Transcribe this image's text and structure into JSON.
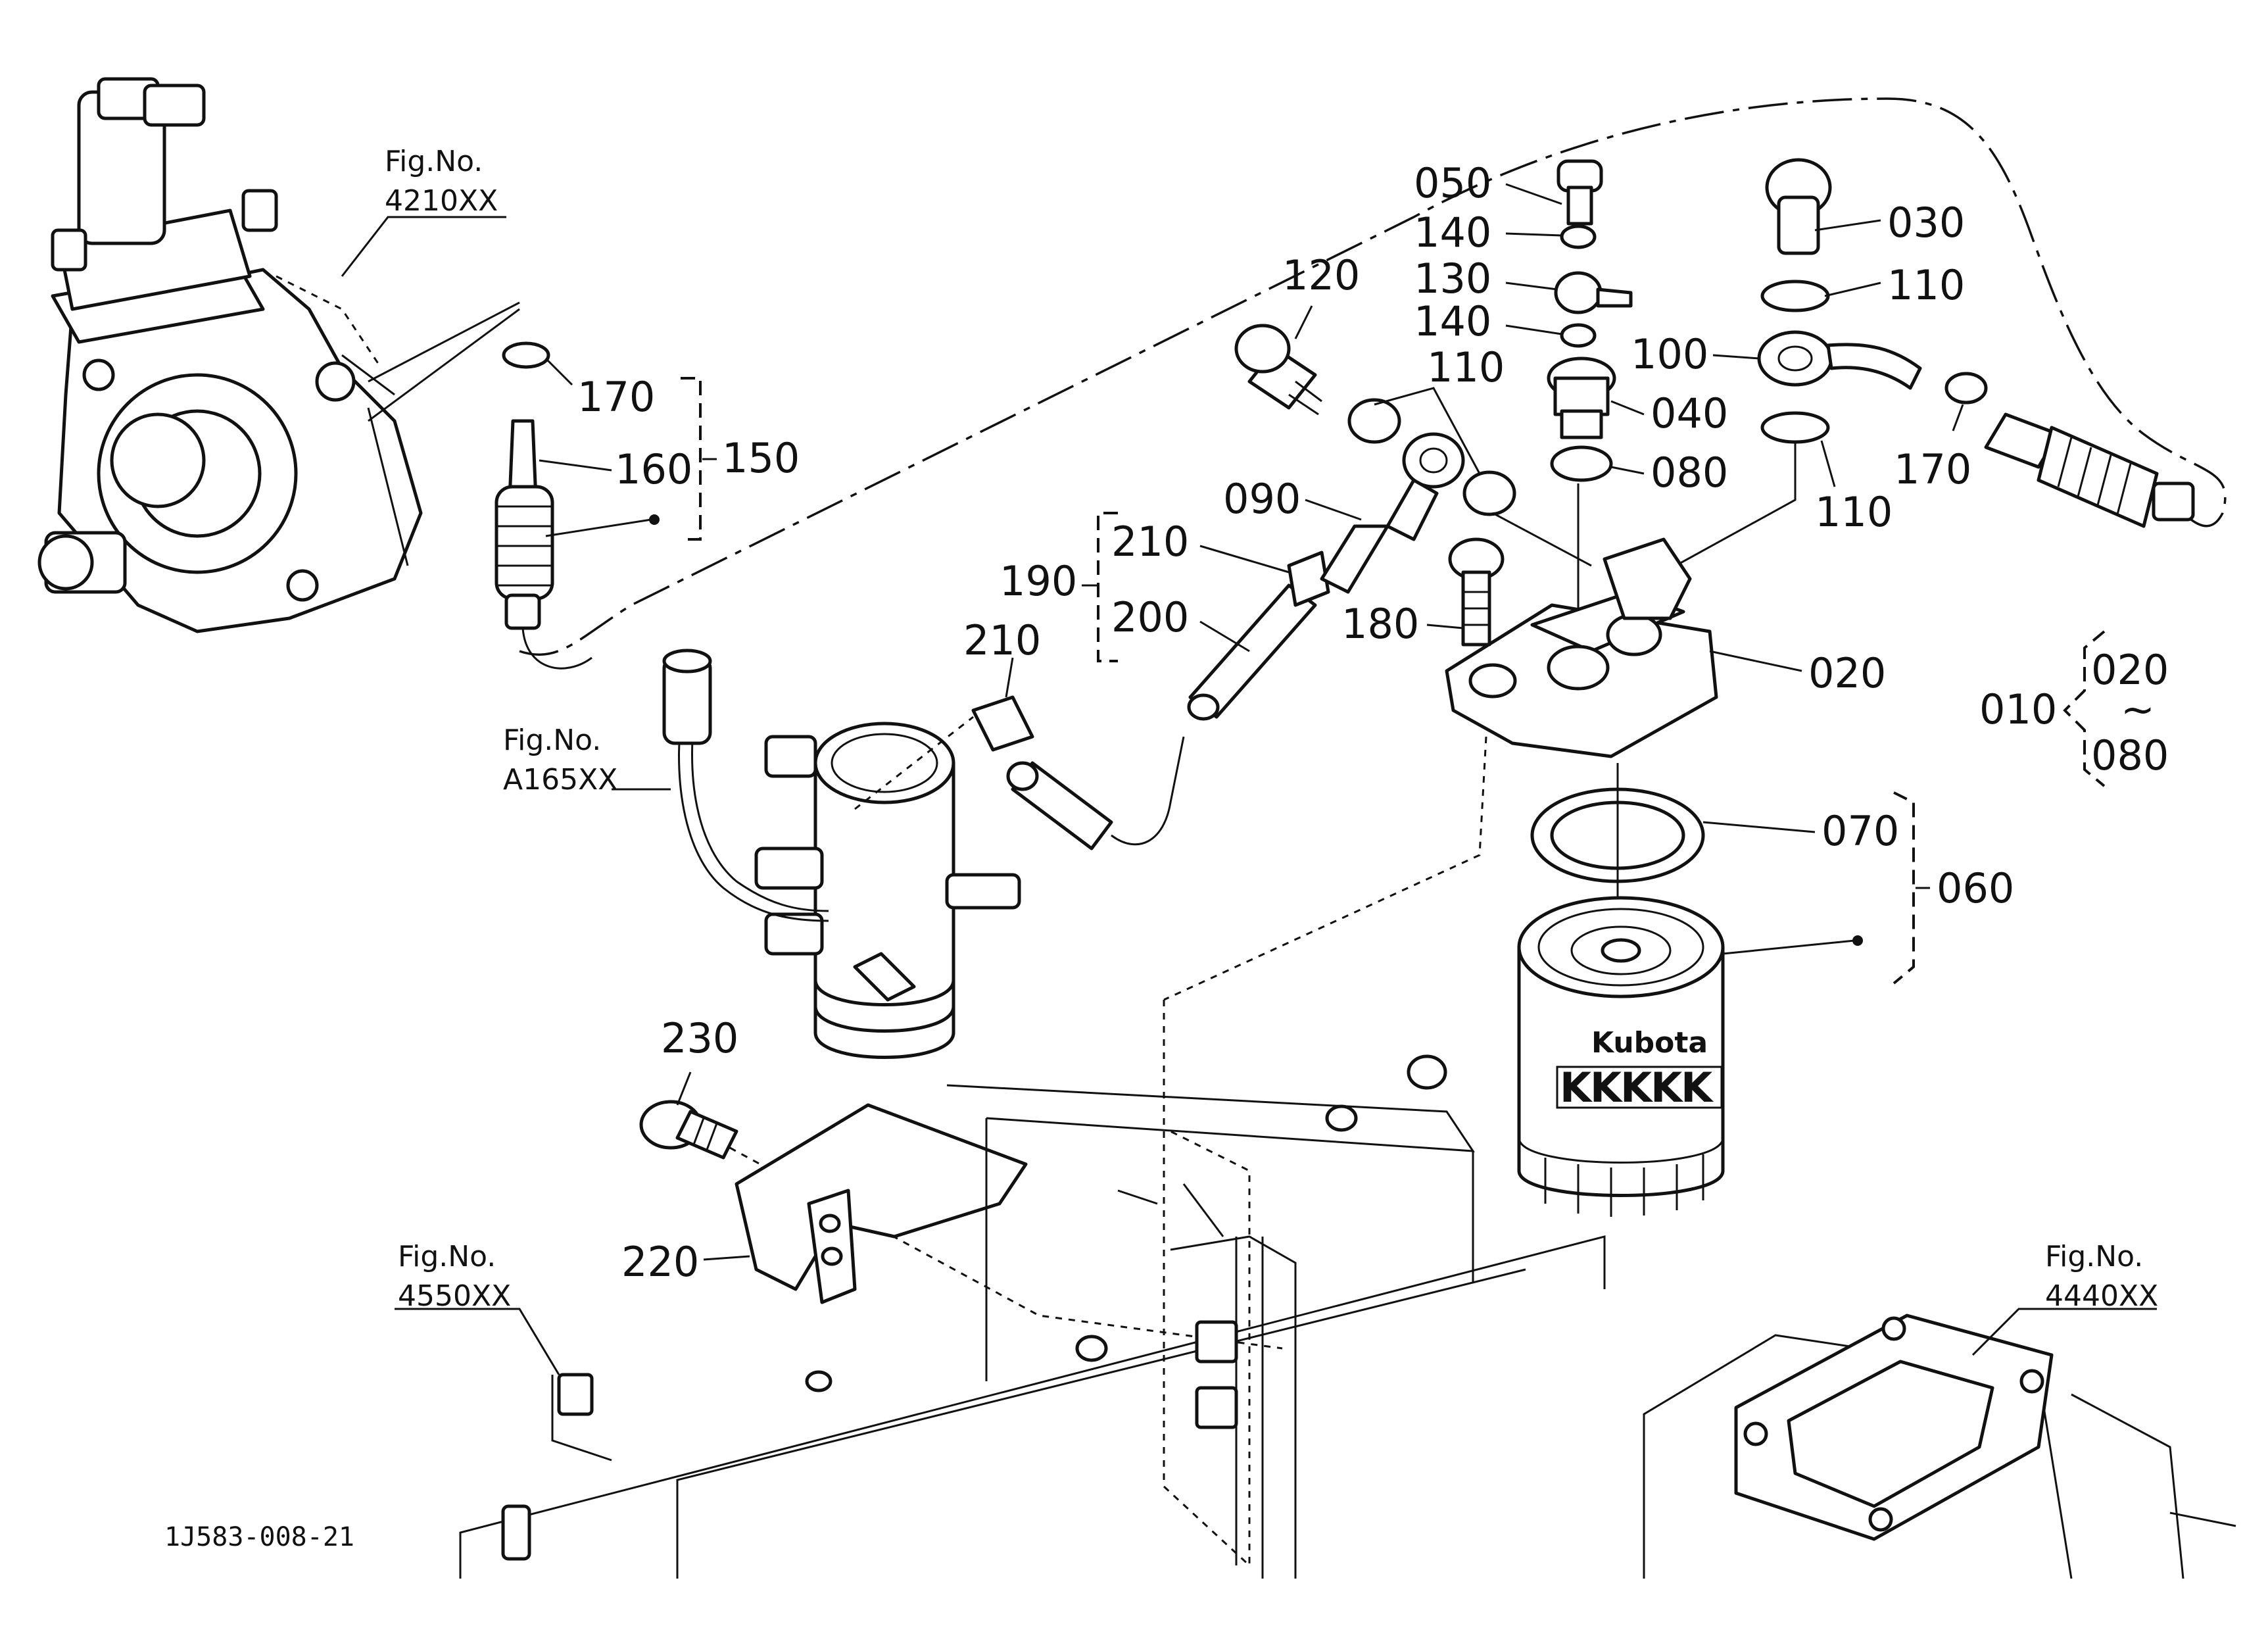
{
  "drawing_code": "1J583-008-21",
  "fig_refs": [
    {
      "prefix": "Fig.No.",
      "code": "4210XX"
    },
    {
      "prefix": "Fig.No.",
      "code": "A165XX"
    },
    {
      "prefix": "Fig.No.",
      "code": "4550XX"
    },
    {
      "prefix": "Fig.No.",
      "code": "4440XX"
    }
  ],
  "filter_brand": "Kubota",
  "filter_mark": "KKKKK",
  "parts": {
    "p050": "050",
    "p140a": "140",
    "p130": "130",
    "p140b": "140",
    "p110a": "110",
    "p040": "040",
    "p080": "080",
    "p030": "030",
    "p110b": "110",
    "p100": "100",
    "p110c": "110",
    "p170b": "170",
    "p120": "120",
    "p090": "090",
    "p190": "190",
    "p210a": "210",
    "p200": "200",
    "p210b": "210",
    "p180": "180",
    "p020": "020",
    "p170a": "170",
    "p160": "160",
    "p150": "150",
    "p070": "070",
    "p060": "060",
    "p230": "230",
    "p220": "220",
    "range_assembly": "010",
    "range_start": "020",
    "range_tilde": "~",
    "range_end": "080"
  }
}
